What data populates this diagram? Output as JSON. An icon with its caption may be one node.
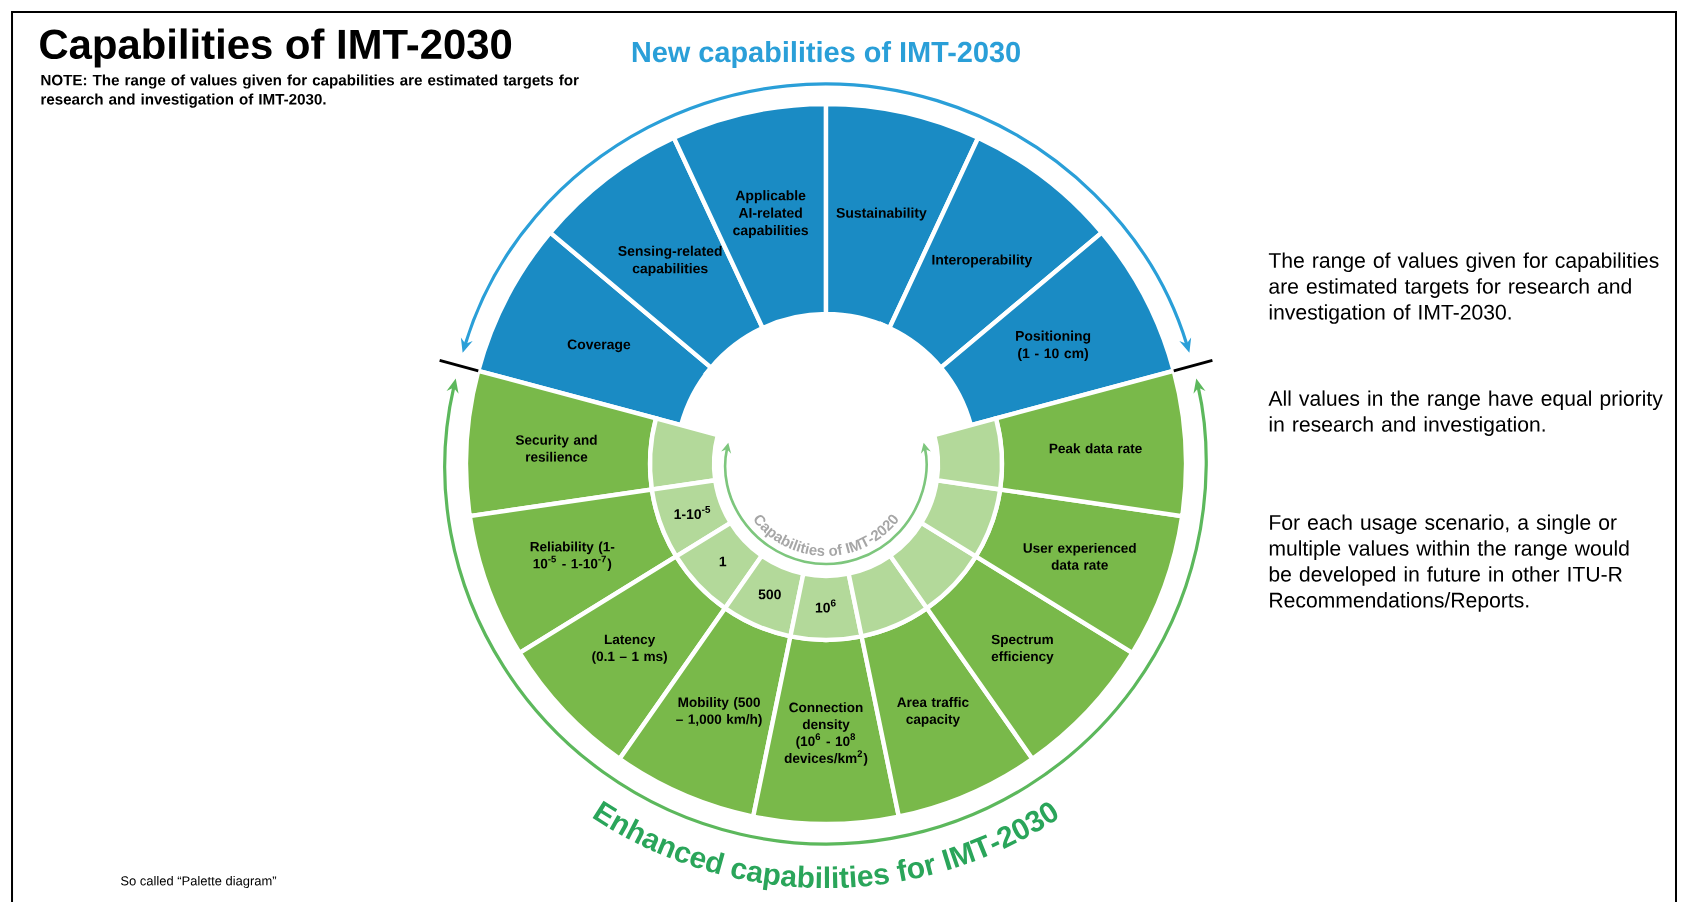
{
  "diagram": {
    "title": "Capabilities of IMT-2030",
    "nodes": [
      {
        "text": [
          "Coverage"
        ]
      },
      {
        "text": [
          "Sensing-related capabilities"
        ]
      },
      {
        "text": [
          "Applicable AI-related capabilities"
        ]
      },
      {
        "text": [
          "Sustainability"
        ]
      },
      {
        "text": [
          "Interoperability"
        ]
      },
      {
        "text": [
          "Positioning (1 - 10 cm)"
        ]
      },
      {
        "text": [
          "Security and resilience"
        ]
      },
      {
        "text": [
          "Reliability (1-10$^{-5}$ - 1-10$^{-7}$)"
        ]
      },
      {
        "text": [
          "Latency (0.1 – 1 ms)"
        ]
      },
      {
        "text": [
          "Mobility (500 – 1,000 km/h)"
        ]
      },
      {
        "text": [
          "Connection density (10$^{6}$ - 10$^{8}$ devices/km$^{2}$)"
        ]
      },
      {
        "text": [
          "Area traffic capacity"
        ]
      },
      {
        "text": [
          "Spectrum efficiency"
        ]
      },
      {
        "text": [
          "User experienced data rate"
        ]
      },
      {
        "text": [
          "Peak data rate"
        ]
      },
      {
        "text": [],
        "shape": "segment"
      },
      {
        "text": [
          "1-10$^{-5}$"
        ]
      },
      {
        "text": [
          "1"
        ]
      },
      {
        "text": [
          "500"
        ]
      },
      {
        "text": [
          "10$^{6}$"
        ]
      },
      {
        "text": [],
        "shape": "segment"
      },
      {
        "text": [],
        "shape": "segment"
      },
      {
        "text": [],
        "shape": "segment"
      },
      {
        "text": [],
        "shape": "segment"
      }
    ],
    "edges": [
      {
        "from": 15,
        "to": 23,
        "arrow": "both"
      }
    ],
    "labels": [
      "NOTE: The range of values given for capabilities are estimated targets for research and investigation of IMT-2030.",
      "New capabilities of IMT-2030",
      "The range of values given for capabilities are estimated targets for research and investigation of IMT-2030.",
      "All values in the range have equal priority in research and investigation.",
      "For each usage scenario, a single or multiple values within the range would be developed in future in other ITU-R Recommendations/Reports.",
      "Capabilities of IMT-2020",
      "Enhanced capabilities for IMT-2030",
      "So called “Palette diagram”"
    ]
  }
}
